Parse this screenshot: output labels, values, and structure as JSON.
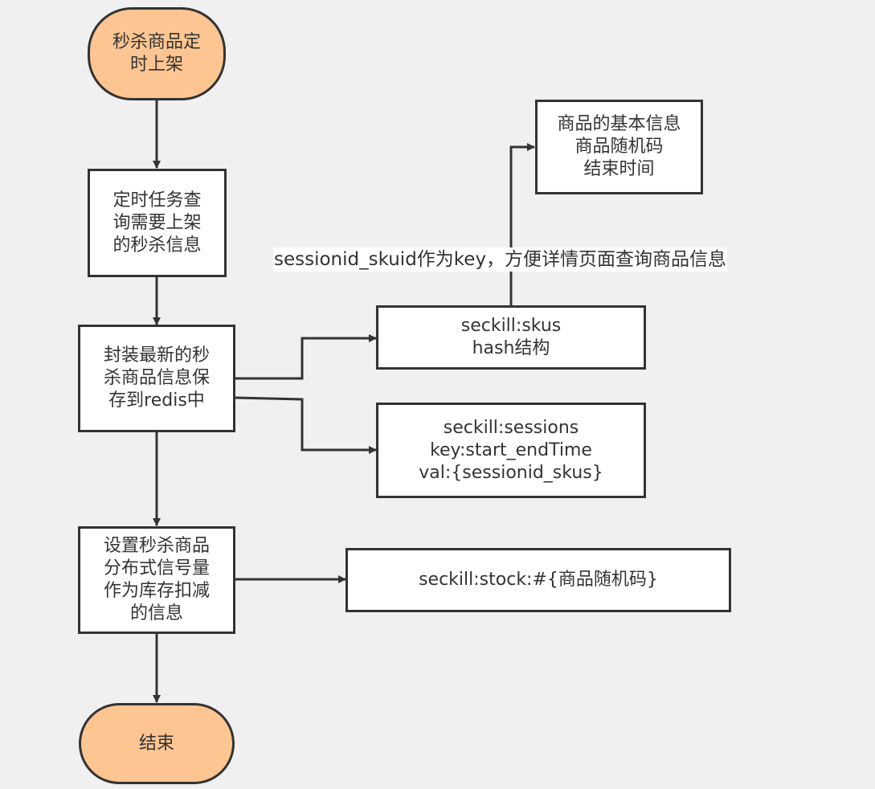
{
  "colors": {
    "canvas": "#f0f0f0",
    "node_fill": "#ffffff",
    "terminal_fill": "#fdc592",
    "stroke": "#333333"
  },
  "nodes": {
    "start": "秒杀商品定\n时上架",
    "query_task": "定时任务查\n询需要上架\n的秒杀信息",
    "save_redis": "封装最新的秒\n杀商品信息保\n存到redis中",
    "set_semaphore": "设置秒杀商品\n分布式信号量\n作为库存扣减\n的信息",
    "end": "结束",
    "skus_hash": "seckill:skus\nhash结构",
    "product_info": "商品的基本信息\n商品随机码\n结束时间",
    "sessions": "seckill:sessions\nkey:start_endTime\nval:{sessionid_skus}",
    "stock": "seckill:stock:#{商品随机码}"
  },
  "edge_labels": {
    "skus_to_info": "sessionid_skuid作为key，方便详情页面查询商品信息"
  }
}
